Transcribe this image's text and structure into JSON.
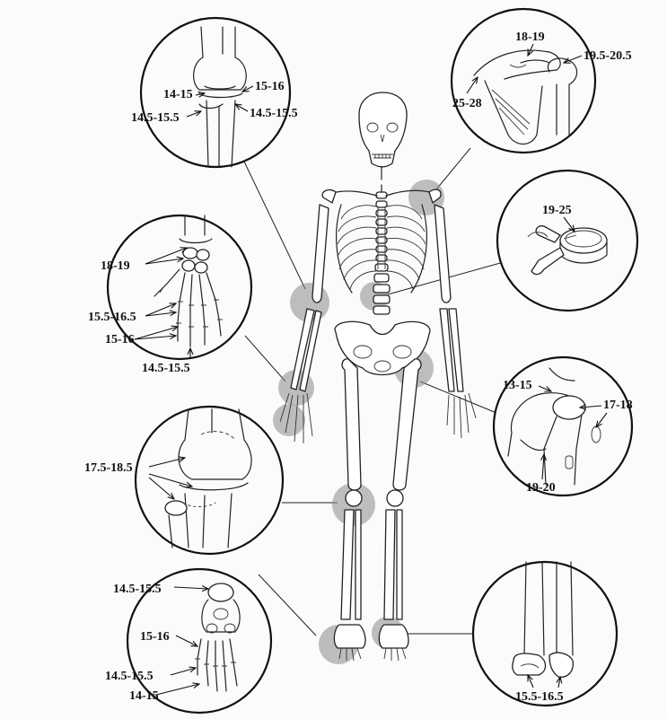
{
  "figure": {
    "regions": [
      {
        "id": "knee-lateral",
        "labels": [
          "14-15",
          "15-16",
          "14.5-15.5",
          "14.5-15.5"
        ]
      },
      {
        "id": "shoulder",
        "labels": [
          "18-19",
          "19.5-20.5",
          "25-28"
        ]
      },
      {
        "id": "vertebra",
        "labels": [
          "19-25"
        ]
      },
      {
        "id": "wrist-hand",
        "labels": [
          "18-19",
          "15.5-16.5",
          "15-16",
          "14.5-15.5"
        ]
      },
      {
        "id": "hip",
        "labels": [
          "13-15",
          "17-18",
          "19-20"
        ]
      },
      {
        "id": "knee-frontal",
        "labels": [
          "17.5-18.5"
        ]
      },
      {
        "id": "foot",
        "labels": [
          "14.5-15.5",
          "15-16",
          "14.5-15.5",
          "14-15"
        ]
      },
      {
        "id": "ankle",
        "labels": [
          "15.5-16.5"
        ]
      }
    ]
  }
}
